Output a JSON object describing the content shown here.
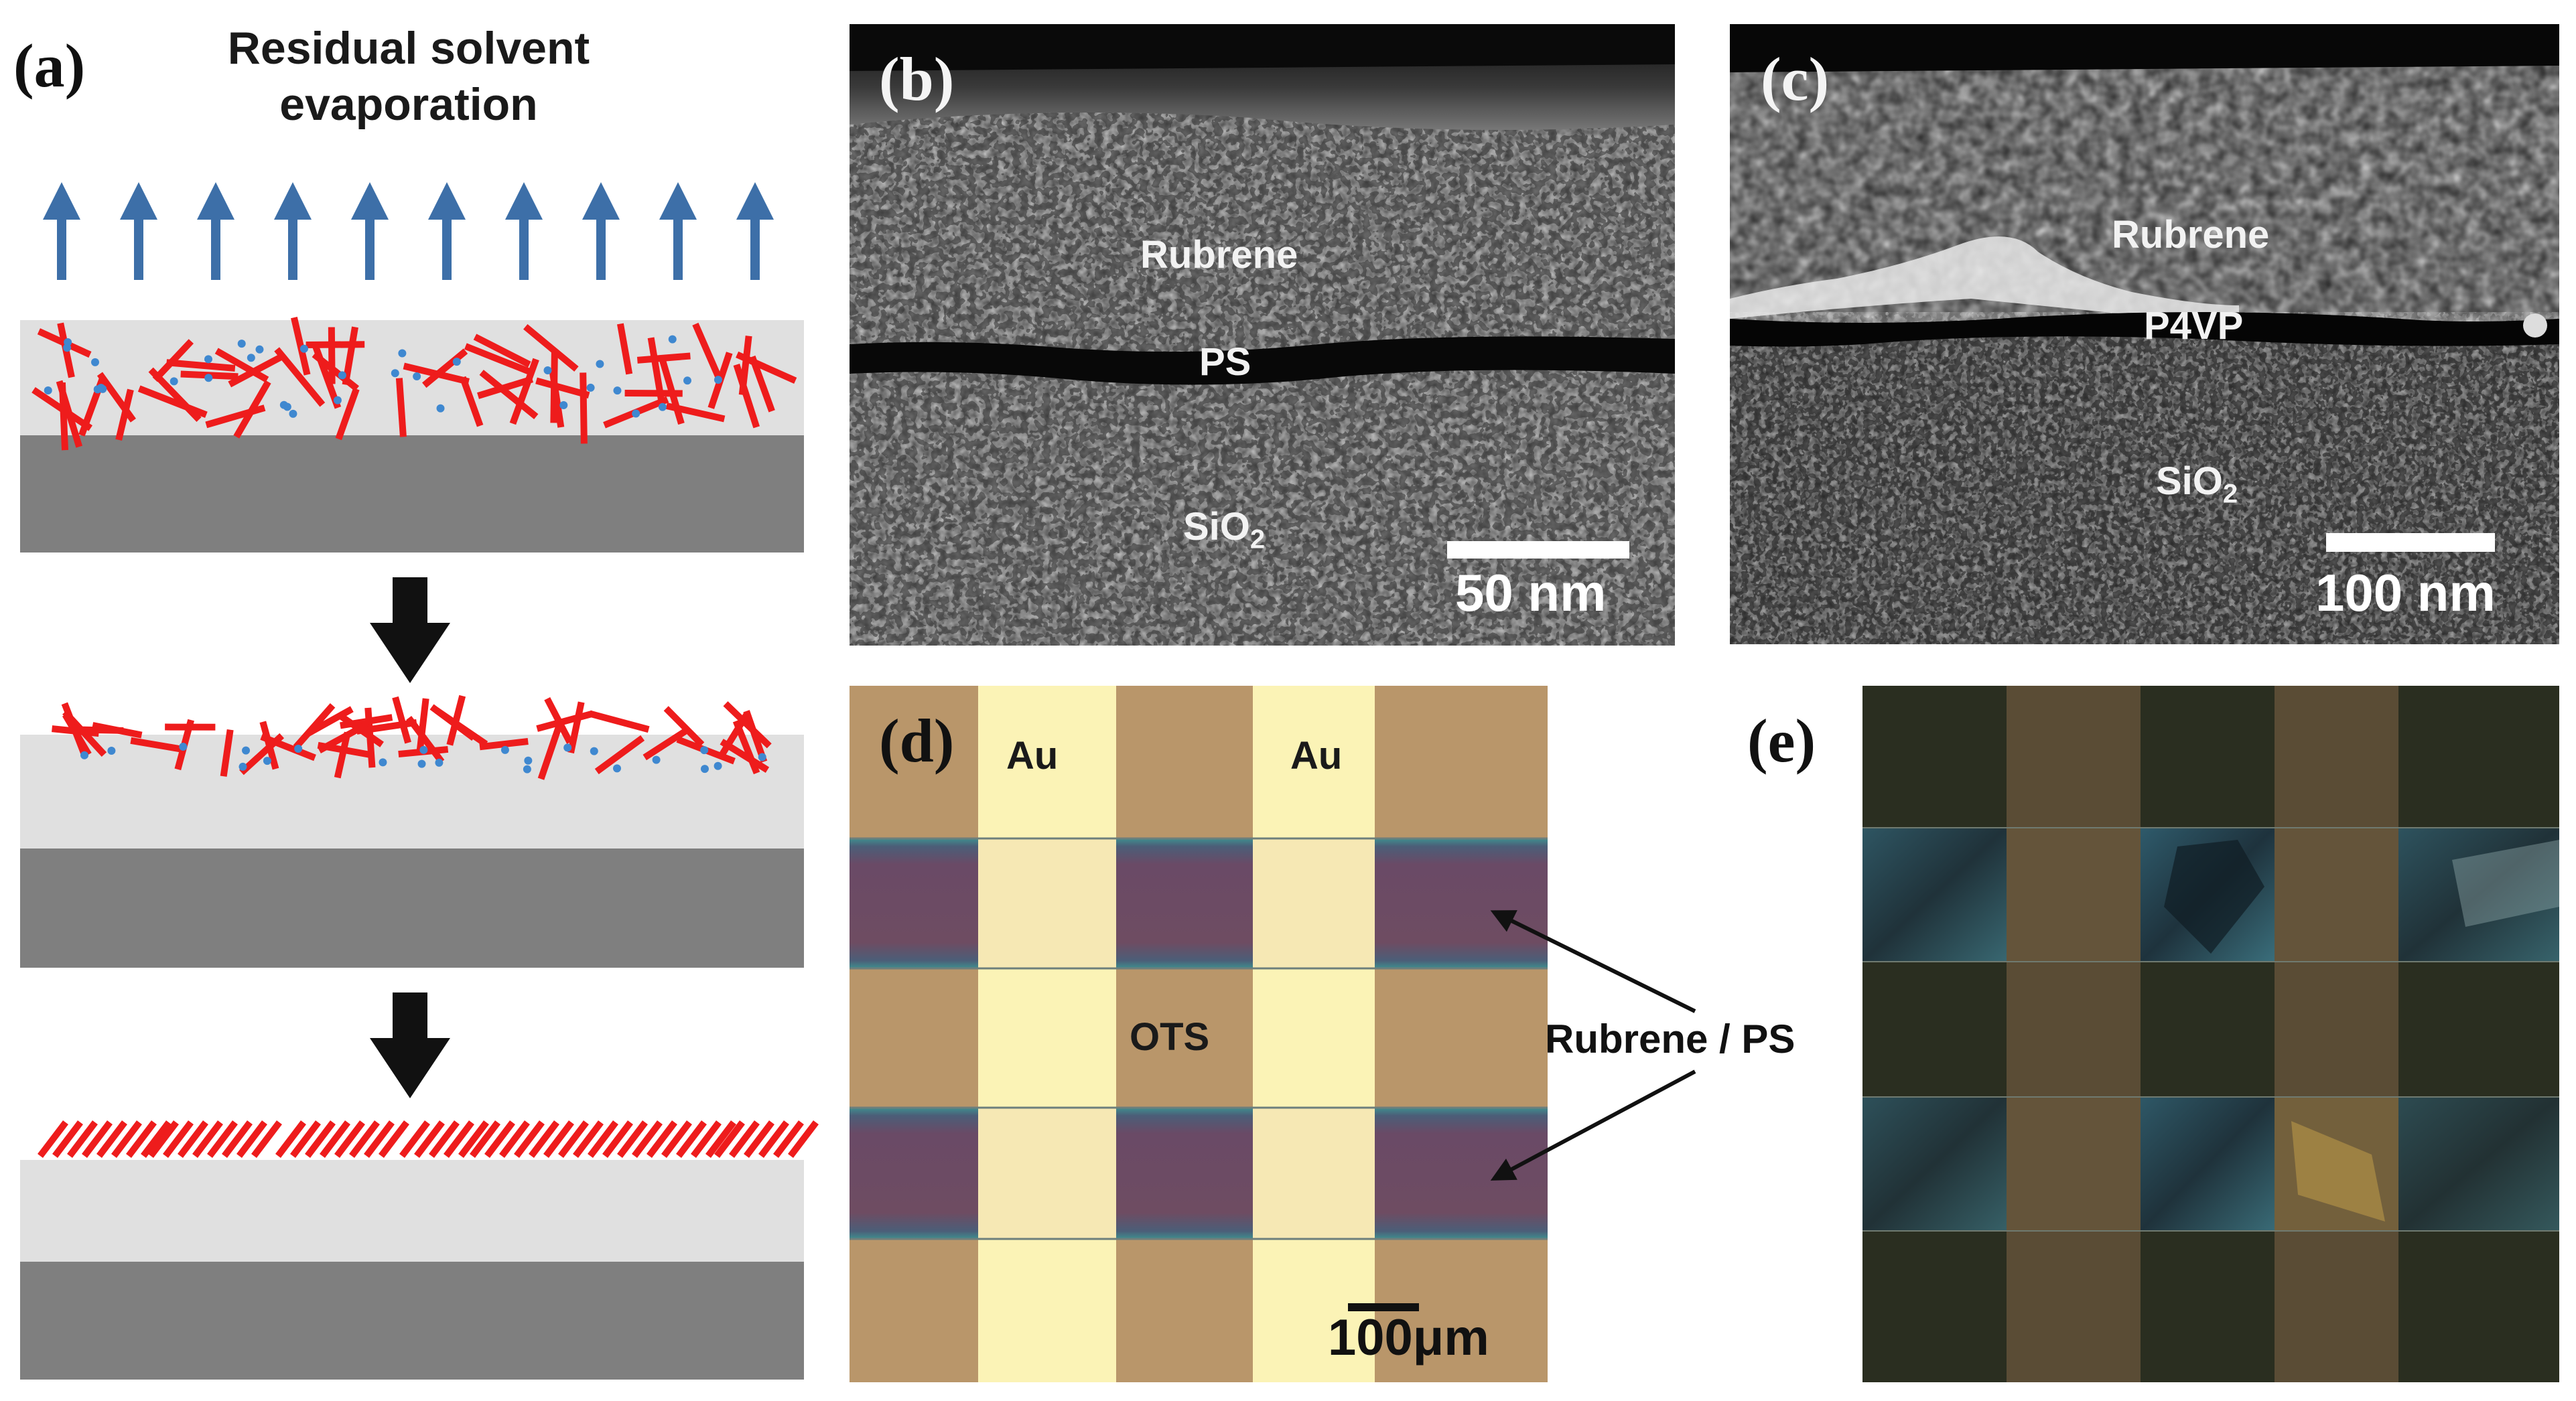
{
  "figure": {
    "panel_a": {
      "letter": "(a)",
      "title_line1": "Residual solvent",
      "title_line2": "evaporation"
    },
    "panel_b": {
      "letter": "(b)",
      "label_rubrene": "Rubrene",
      "label_ps": "PS",
      "label_sio2_base": "SiO",
      "label_sio2_sub": "2",
      "scale": "50 nm"
    },
    "panel_c": {
      "letter": "(c)",
      "label_rubrene": "Rubrene",
      "label_p4vp": "P4VP",
      "label_sio2_base": "SiO",
      "label_sio2_sub": "2",
      "scale": "100 nm"
    },
    "panel_d": {
      "letter": "(d)",
      "label_au_left": "Au",
      "label_au_right": "Au",
      "label_ots": "OTS",
      "label_rubrene_ps": "Rubrene / PS",
      "scale": "100μm"
    },
    "panel_e": {
      "letter": "(e)"
    },
    "colors": {
      "arrow_blue": "#3d6fa8",
      "rubrene_red": "#ee1c1c",
      "solvent_dot": "#3f88d0",
      "film_gray": "#e0e0e0",
      "substrate_gray": "#7f7f7f",
      "au_yellow": "#fbf3b6",
      "ots_tan": "#b9966a",
      "rubrene_purple": "#6d4a63"
    }
  }
}
